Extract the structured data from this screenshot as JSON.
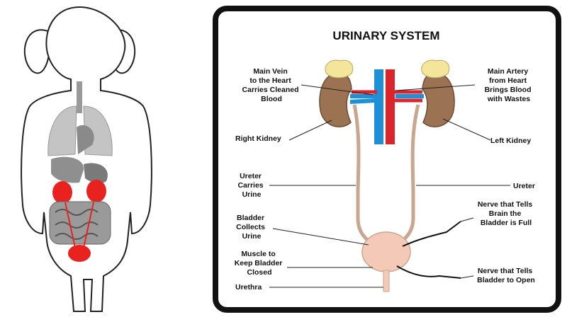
{
  "diagram": {
    "title": "URINARY SYSTEM",
    "labels_left": {
      "main_vein": [
        "Main Vein",
        "to the Heart",
        "Carries Cleaned",
        "Blood"
      ],
      "right_kidney": [
        "Right Kidney"
      ],
      "ureter_left": [
        "Ureter",
        "Carries",
        "Urine"
      ],
      "bladder": [
        "Bladder",
        "Collects",
        "Urine"
      ],
      "muscle": [
        "Muscle to",
        "Keep Bladder",
        "Closed"
      ],
      "urethra": [
        "Urethra"
      ]
    },
    "labels_right": {
      "main_artery": [
        "Main Artery",
        "from Heart",
        "Brings Blood",
        "with Wastes"
      ],
      "left_kidney": [
        "Left Kidney"
      ],
      "ureter_right": [
        "Ureter"
      ],
      "nerve_full": [
        "Nerve that Tells",
        "Brain the",
        "Bladder is Full"
      ],
      "nerve_open": [
        "Nerve that Tells",
        "Bladder to Open"
      ]
    }
  },
  "colors": {
    "vein": "#1e90d6",
    "artery": "#d9252b",
    "kidney": "#9c7352",
    "adrenal": "#f3e59a",
    "bladder": "#f4c9b8",
    "figure_kidney": "#e8221e",
    "frame": "#111111"
  }
}
